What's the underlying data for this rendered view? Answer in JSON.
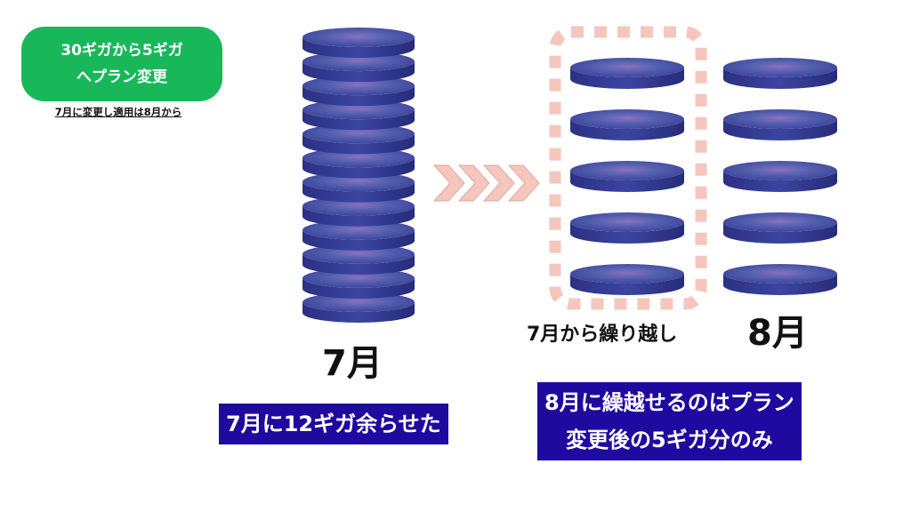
{
  "badge": {
    "line1": "30ギガから5ギガ",
    "line2": "へプラン変更"
  },
  "note": "7月に変更し適用は8月から",
  "july": {
    "label": "7月",
    "disc_count": 12,
    "caption": "7月に12ギガ余らせた"
  },
  "carryover": {
    "label": "7月から繰り越し",
    "disc_count": 5
  },
  "august": {
    "label": "8月",
    "disc_count": 5
  },
  "explanation": {
    "line1": "8月に繰越せるのはプラン",
    "line2": "変更後の5ギガ分のみ"
  },
  "colors": {
    "disc_top": "#4a55a8",
    "disc_side": "#2a3280",
    "badge": "#18b85a",
    "banner": "#1f0aa0",
    "dotted_frame": "#f5c6bd",
    "chevrons": "#f5c6bd"
  }
}
